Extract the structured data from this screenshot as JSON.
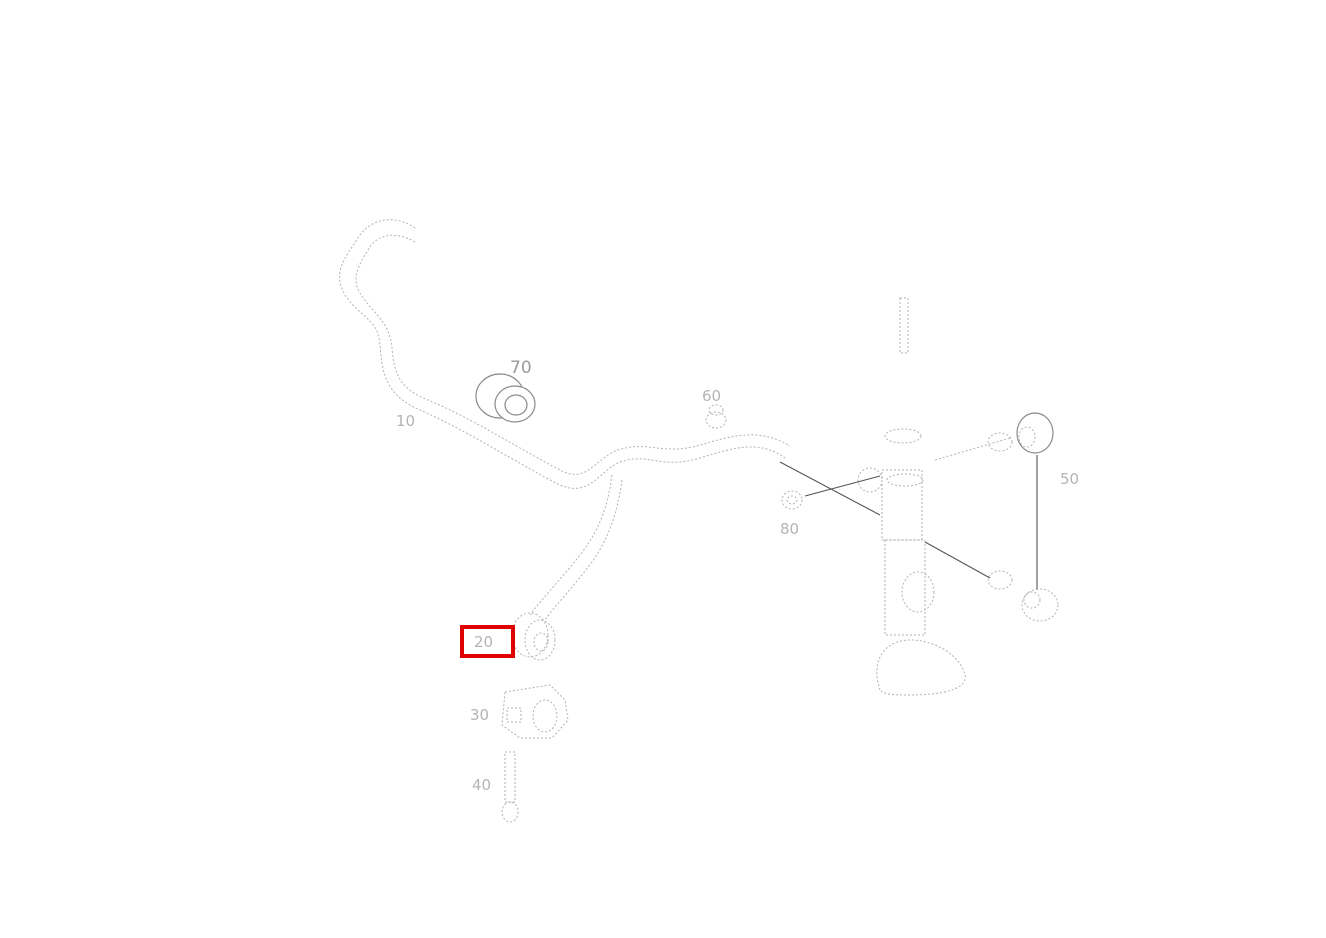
{
  "parts": [
    {
      "id": "70",
      "label": "70"
    },
    {
      "id": "10",
      "label": "10"
    },
    {
      "id": "60",
      "label": "60"
    },
    {
      "id": "80",
      "label": "80"
    },
    {
      "id": "50",
      "label": "50"
    },
    {
      "id": "20",
      "label": "20"
    },
    {
      "id": "30",
      "label": "30"
    },
    {
      "id": "40",
      "label": "40"
    }
  ],
  "highlighted_part": "20",
  "colors": {
    "highlight": "#e00000"
  }
}
